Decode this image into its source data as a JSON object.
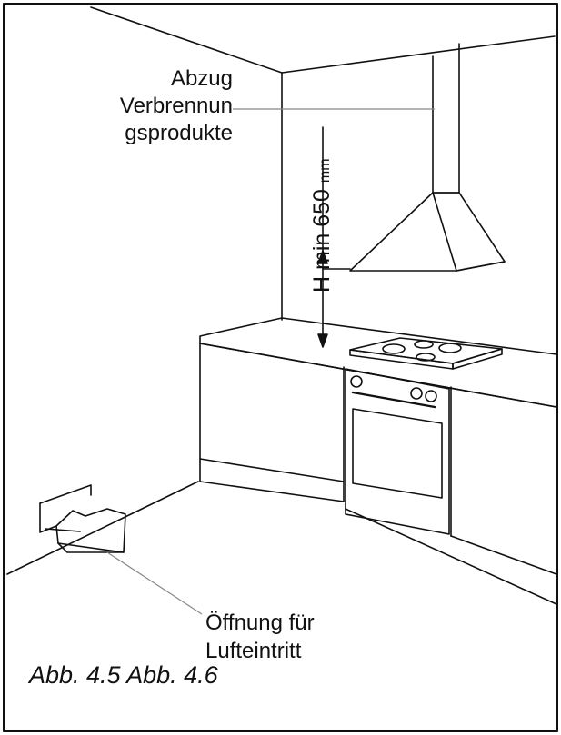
{
  "labels": {
    "exhaust": [
      "Abzug",
      "Verbrennun",
      "gsprodukte"
    ],
    "air_inlet": [
      "Öffnung für",
      "Lufteintritt"
    ],
    "height_value": "H min 650",
    "height_unit": "mm",
    "caption": "Abb. 4.5 Abb. 4.6"
  },
  "colors": {
    "line": "#111111",
    "background": "#ffffff",
    "leader": "#888888"
  }
}
